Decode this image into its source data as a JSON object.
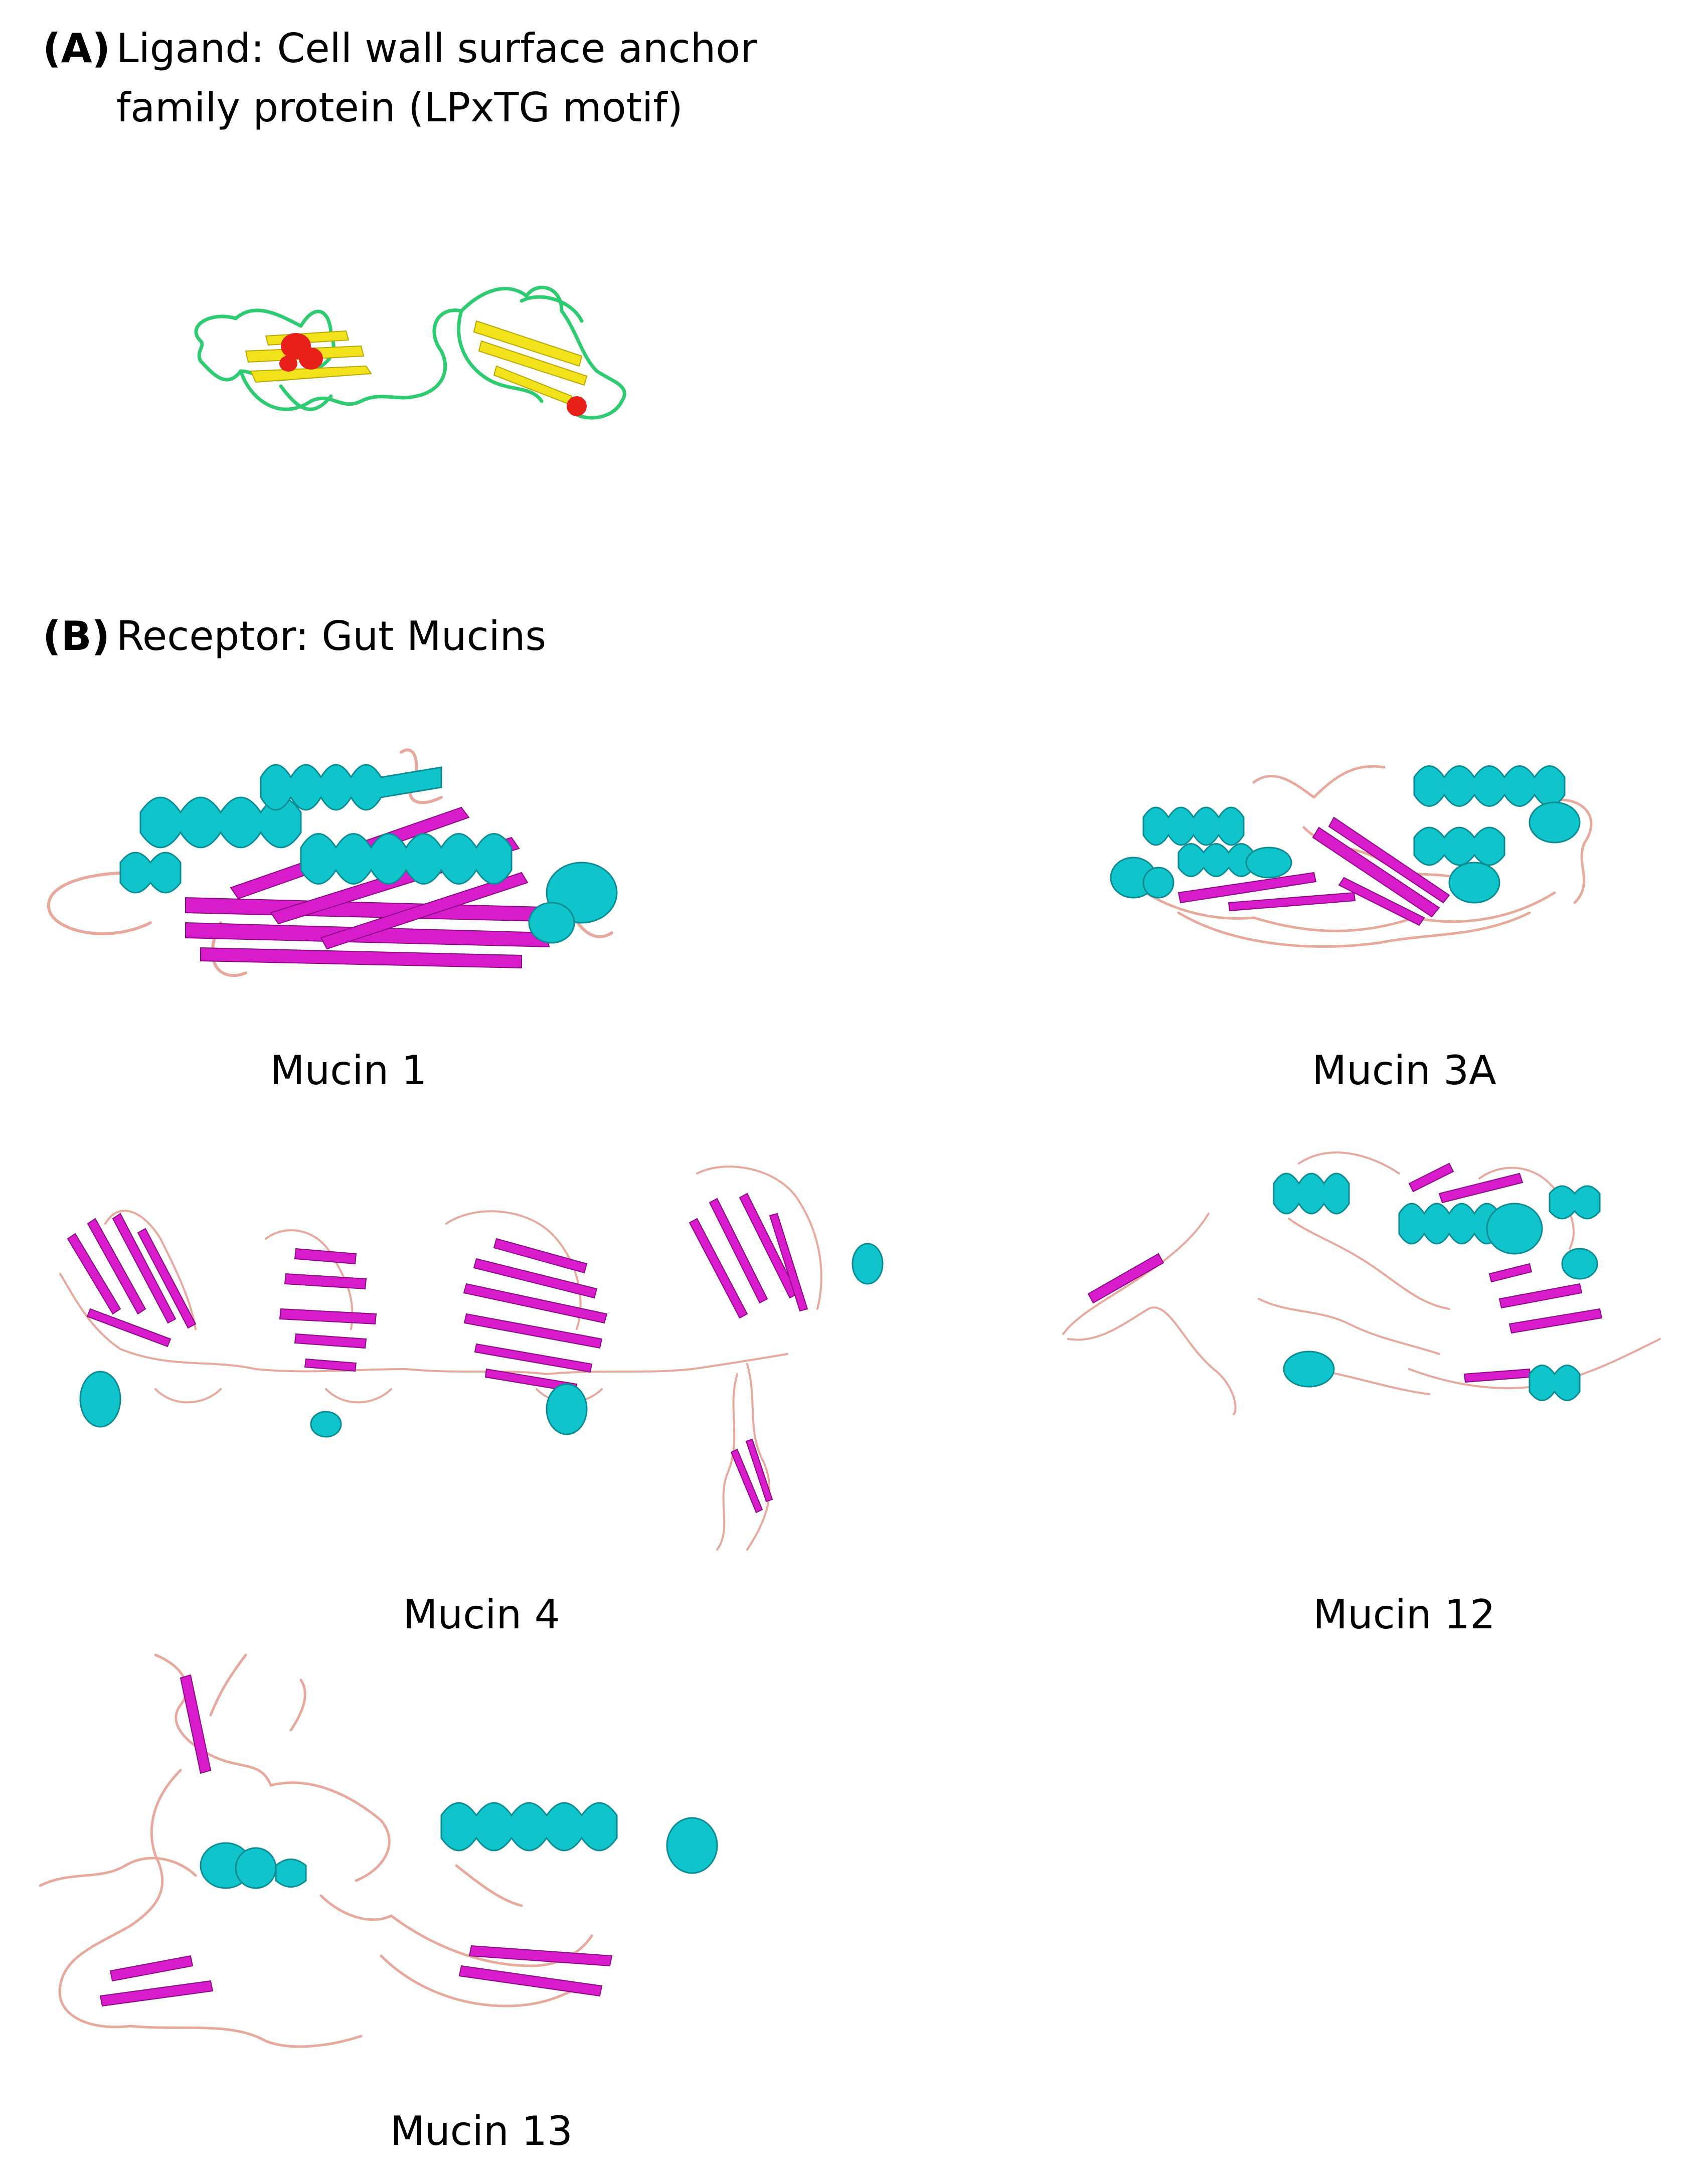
{
  "panel_a": {
    "letter": "(A)",
    "line1": "Ligand: Cell wall surface anchor",
    "line2": "family protein (LPxTG motif)"
  },
  "panel_b": {
    "letter": "(B)",
    "title": "Receptor: Gut Mucins"
  },
  "structures": [
    {
      "label": "Mucin 1"
    },
    {
      "label": "Mucin 3A"
    },
    {
      "label": "Mucin 4"
    },
    {
      "label": "Mucin 12"
    },
    {
      "label": "Mucin 13"
    }
  ],
  "colors": {
    "ligand_coil": "#2ecc71",
    "ligand_strand": "#f2e21b",
    "ligand_helix": "#e8201a",
    "receptor_helix": "#10c4cc",
    "receptor_strand": "#d81ccb",
    "receptor_coil": "#e8a89c"
  }
}
